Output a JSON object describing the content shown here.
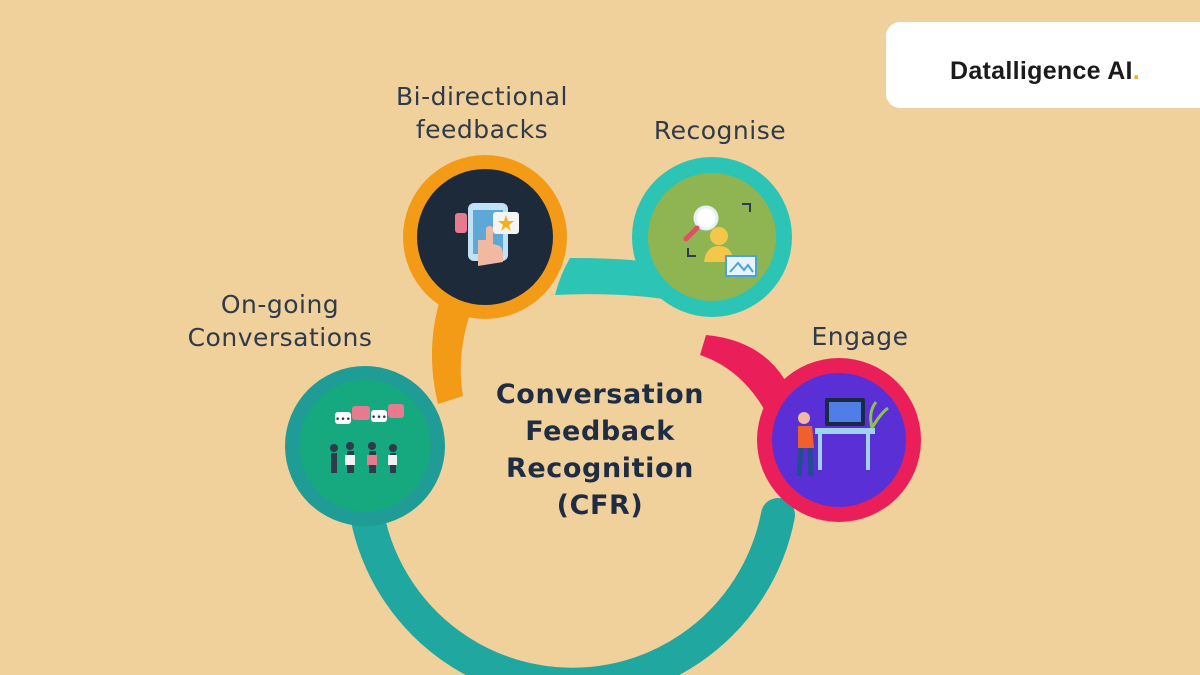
{
  "brand": {
    "name": "Datalligence AI",
    "dot": ".",
    "accent_color": "#f3b21d"
  },
  "center": {
    "lines": [
      "Conversation",
      "Feedback",
      "Recognition",
      "(CFR)"
    ]
  },
  "stages": [
    {
      "id": "ongoing-conversations",
      "label_lines": [
        "On-going",
        "Conversations"
      ],
      "ring_color": "#1e9c95",
      "fill_color": "#16a87f",
      "icon": "group-chat-icon"
    },
    {
      "id": "bidirectional-feedbacks",
      "label_lines": [
        "Bi-directional",
        "feedbacks"
      ],
      "ring_color": "#f39a16",
      "fill_color": "#1d2a3a",
      "icon": "phone-star-feedback-icon"
    },
    {
      "id": "recognise",
      "label_lines": [
        "Recognise"
      ],
      "ring_color": "#2cc4b4",
      "fill_color": "#8fb552",
      "icon": "magnifier-person-icon"
    },
    {
      "id": "engage",
      "label_lines": [
        "Engage"
      ],
      "ring_color": "#ea1f5a",
      "fill_color": "#5a2fd6",
      "icon": "person-at-desk-icon"
    }
  ],
  "arc_color": "#20a7a0",
  "background_color": "#f0d09b",
  "text_color": "#2f3a4a"
}
